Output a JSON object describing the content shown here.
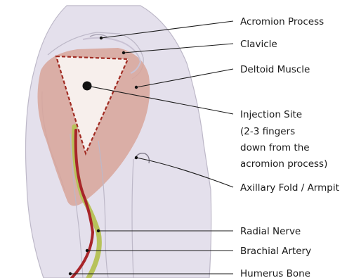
{
  "labels": {
    "acromion": "Acromion Process",
    "clavicle": "Clavicle",
    "deltoid": "Deltoid Muscle",
    "injection_title": "Injection Site",
    "injection_line1": "(2-3 fingers",
    "injection_line2": "down from the",
    "injection_line3": "acromion process)",
    "axillary": "Axillary Fold / Armpit",
    "radial": "Radial Nerve",
    "brachial": "Brachial Artery",
    "humerus": "Humerus Bone"
  },
  "colors": {
    "body": "#e4e0ec",
    "body_outline": "#bdb8c8",
    "deltoid": "#d8a49a",
    "triangle_fill": "#f7efec",
    "triangle_border": "#a12b22",
    "artery": "#a8252a",
    "nerve": "#b7c25a",
    "leader": "#1a1a1a"
  }
}
